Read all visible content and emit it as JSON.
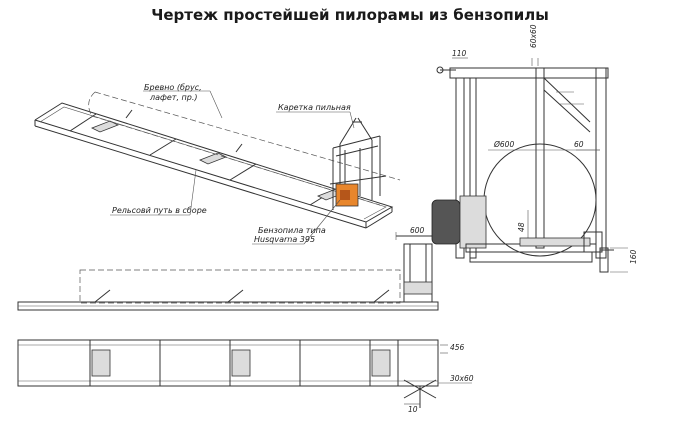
{
  "title": "Чертеж простейшей пилорамы из бензопилы",
  "labels": {
    "log": [
      "Бревно (брус,",
      "лафет, пр.)"
    ],
    "carriage": "Каретка пильная",
    "rail": "Рельсовй путь в сборе",
    "saw": [
      "Бензопила типа",
      "Husqvarna 395"
    ]
  },
  "dimensions": {
    "d110": "110",
    "d60x60": "60х60",
    "dia600": "Ø600",
    "d60": "60",
    "d48": "48",
    "d600": "600",
    "d160": "160",
    "d456": "456",
    "d30x60": "30х60",
    "d10": "10"
  },
  "colors": {
    "saw_body": "#e8862c",
    "line": "#333333"
  }
}
